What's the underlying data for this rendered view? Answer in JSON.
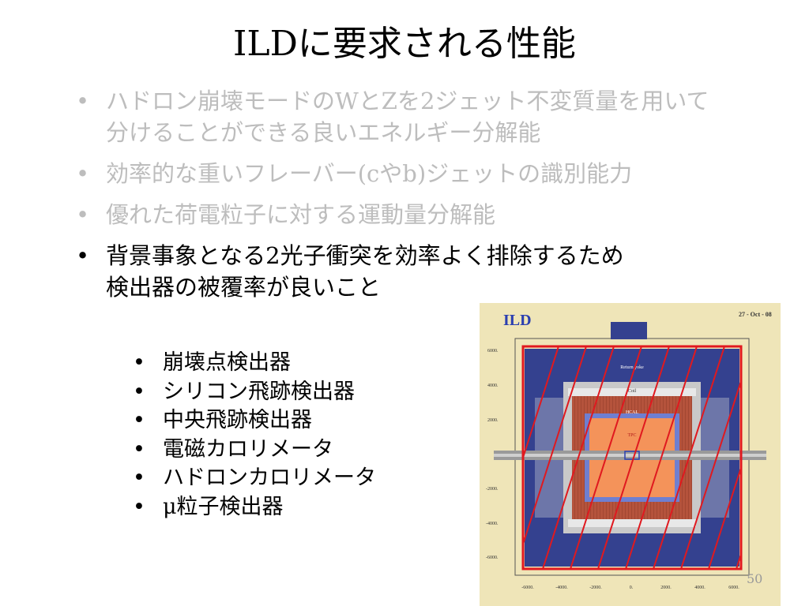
{
  "slide": {
    "title": "ILDに要求される性能",
    "page_number": "50"
  },
  "bullets": [
    {
      "text_line1": "ハドロン崩壊モードのWとZを2ジェット不変質量を用いて",
      "text_line2": "分けることができる良いエネルギー分解能",
      "dimmed": true
    },
    {
      "text": "効率的な重いフレーバー(cやb)ジェットの識別能力",
      "dimmed": true
    },
    {
      "text": "優れた荷電粒子に対する運動量分解能",
      "dimmed": true
    },
    {
      "text_line1": "背景事象となる2光子衝突を効率よく排除するため",
      "text_line2": "検出器の被覆率が良いこと",
      "dimmed": false
    }
  ],
  "sub_bullets": [
    "崩壊点検出器",
    "シリコン飛跡検出器",
    "中央飛跡検出器",
    "電磁カロリメータ",
    "ハドロンカロリメータ",
    "μ粒子検出器"
  ],
  "figure": {
    "label": "ILD",
    "date": "27 - Oct - 08",
    "y_ticks": [
      "6000.",
      "4000.",
      "2000.",
      "-2000.",
      "-4000.",
      "-6000."
    ],
    "x_ticks": [
      "-6000.",
      "-4000.",
      "-2000.",
      "0.",
      "2000.",
      "4000.",
      "6000."
    ],
    "region_labels": {
      "yoke": "Return yoke",
      "coil": "Coil",
      "hcal": "HCAL",
      "tpc": "TPC"
    },
    "colors": {
      "background": "#efe5b8",
      "muon": "#34418f",
      "hcal": "#b5533c",
      "tpc": "#f4935a",
      "frame": "#e0191f",
      "label": "#2b3fb0"
    }
  }
}
